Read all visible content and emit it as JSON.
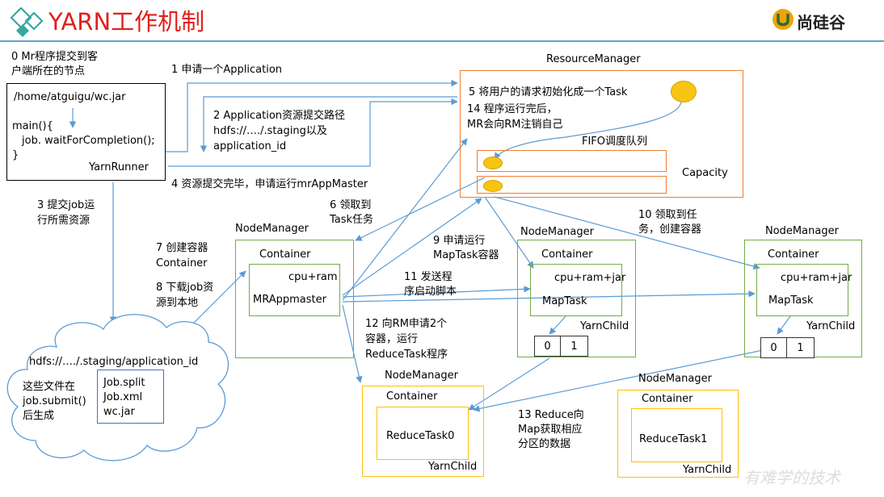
{
  "header": {
    "title": "YARN工作机制",
    "logo_text": "尚硅谷",
    "slogan": "有难学的技术"
  },
  "client": {
    "caption_line1": "0 Mr程序提交到客",
    "caption_line2": "户端所在的节点",
    "jar_path": "/home/atguigu/wc.jar",
    "code_line1": "main(){",
    "code_line2": "job. waitForCompletion();",
    "code_line3": "}",
    "runner": "YarnRunner"
  },
  "resource_manager": {
    "label": "ResourceManager",
    "step5": "5 将用户的请求初始化成一个Task",
    "step14_line1": "14 程序运行完后，",
    "step14_line2": "MR会向RM注销自己",
    "fifo": "FIFO调度队列",
    "capacity": "Capacity"
  },
  "steps": {
    "s1": "1 申请一个Application",
    "s2_line1": "2 Application资源提交路径",
    "s2_line2": "hdfs://…./.staging以及",
    "s2_line3": "application_id",
    "s3_line1": "3 提交job运",
    "s3_line2": "行所需资源",
    "s4": "4 资源提交完毕，申请运行mrAppMaster",
    "s6_line1": "6 领取到",
    "s6_line2": "Task任务",
    "s7_line1": "7 创建容器",
    "s7_line2": "Container",
    "s8_line1": "8 下载job资",
    "s8_line2": "源到本地",
    "s9_line1": "9 申请运行",
    "s9_line2": "MapTask容器",
    "s10_line1": "10 领取到任",
    "s10_line2": "务，创建容器",
    "s11_line1": "11 发送程",
    "s11_line2": "序启动脚本",
    "s12_line1": "12 向RM申请2个",
    "s12_line2": "容器，运行",
    "s12_line3": "ReduceTask程序",
    "s13_line1": "13 Reduce向",
    "s13_line2": "Map获取相应",
    "s13_line3": "分区的数据"
  },
  "hdfs": {
    "path": "hdfs://…./.staging/application_id",
    "note_line1": "这些文件在",
    "note_line2": "job.submit()",
    "note_line3": "后生成",
    "files": [
      "Job.split",
      "Job.xml",
      "wc.jar"
    ]
  },
  "nm_app": {
    "label": "NodeManager",
    "container": "Container",
    "cpu": "cpu+ram",
    "app": "MRAppmaster"
  },
  "nm_map1": {
    "label": "NodeManager",
    "container": "Container",
    "cpu": "cpu+ram+jar",
    "task": "MapTask",
    "child": "YarnChild",
    "p0": "0",
    "p1": "1"
  },
  "nm_map2": {
    "label": "NodeManager",
    "container": "Container",
    "cpu": "cpu+ram+jar",
    "task": "MapTask",
    "child": "YarnChild",
    "p0": "0",
    "p1": "1"
  },
  "nm_reduce0": {
    "label": "NodeManager",
    "container": "Container",
    "task": "ReduceTask0",
    "child": "YarnChild"
  },
  "nm_reduce1": {
    "label": "NodeManager",
    "container": "Container",
    "task": "ReduceTask1",
    "child": "YarnChild"
  },
  "colors": {
    "title_red": "#e0201c",
    "rm_orange": "#ed7d31",
    "nm_green": "#70ad47",
    "reduce_gold": "#ffc000",
    "arrow_blue": "#5b9bd5",
    "inner_blue": "#4472c4",
    "task_oval": "#f7c511"
  }
}
